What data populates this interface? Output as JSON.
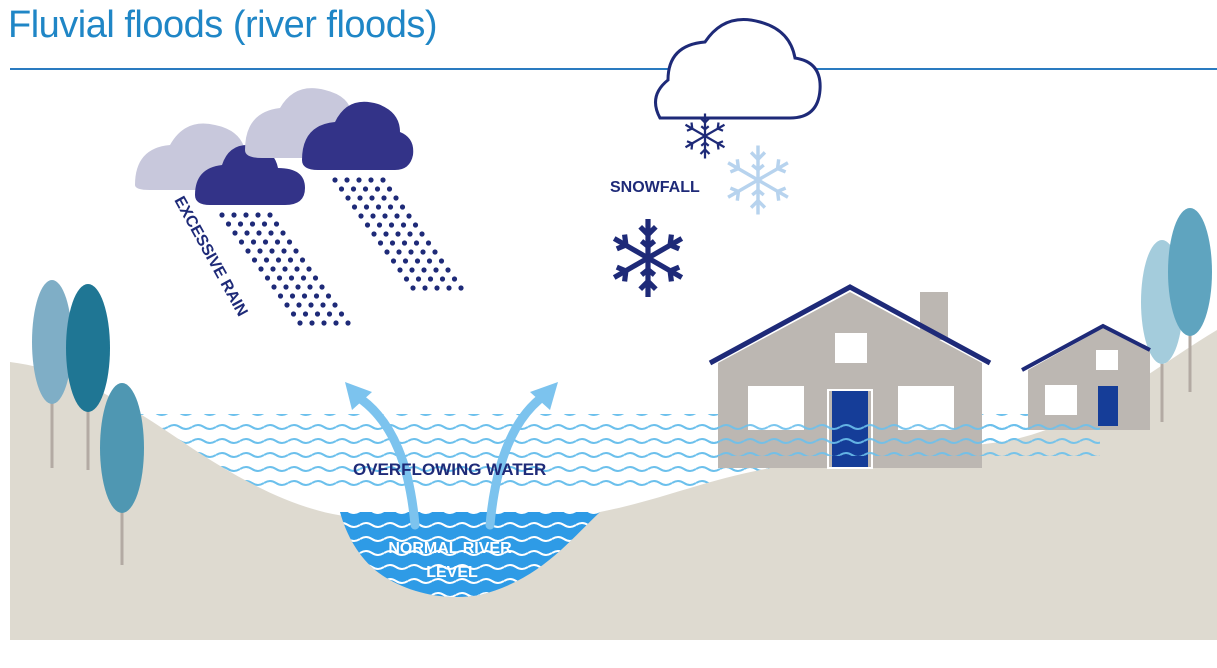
{
  "title": "Fluvial floods (river floods)",
  "labels": {
    "excessive_rain": "EXCESSIVE RAIN",
    "snowfall": "SNOWFALL",
    "overflowing_water": "OVERFLOWING WATER",
    "normal_river_level_line1": "NORMAL RIVER",
    "normal_river_level_line2": "LEVEL"
  },
  "colors": {
    "title": "#1f86c6",
    "rule": "#2a7bc0",
    "ground": "#dedad0",
    "rain_cloud_light": "#c8c8dc",
    "rain_cloud_dark": "#333388",
    "navy": "#1e2a78",
    "snow_light": "#b7d3ee",
    "river": "#2e9be6",
    "flood_wave": "#6cc0ec",
    "house": "#bcb7b2",
    "door": "#153d98",
    "tree_dark": "#1f7694",
    "tree_mid": "#4f97b2",
    "tree_light": "#a4ccdc"
  }
}
